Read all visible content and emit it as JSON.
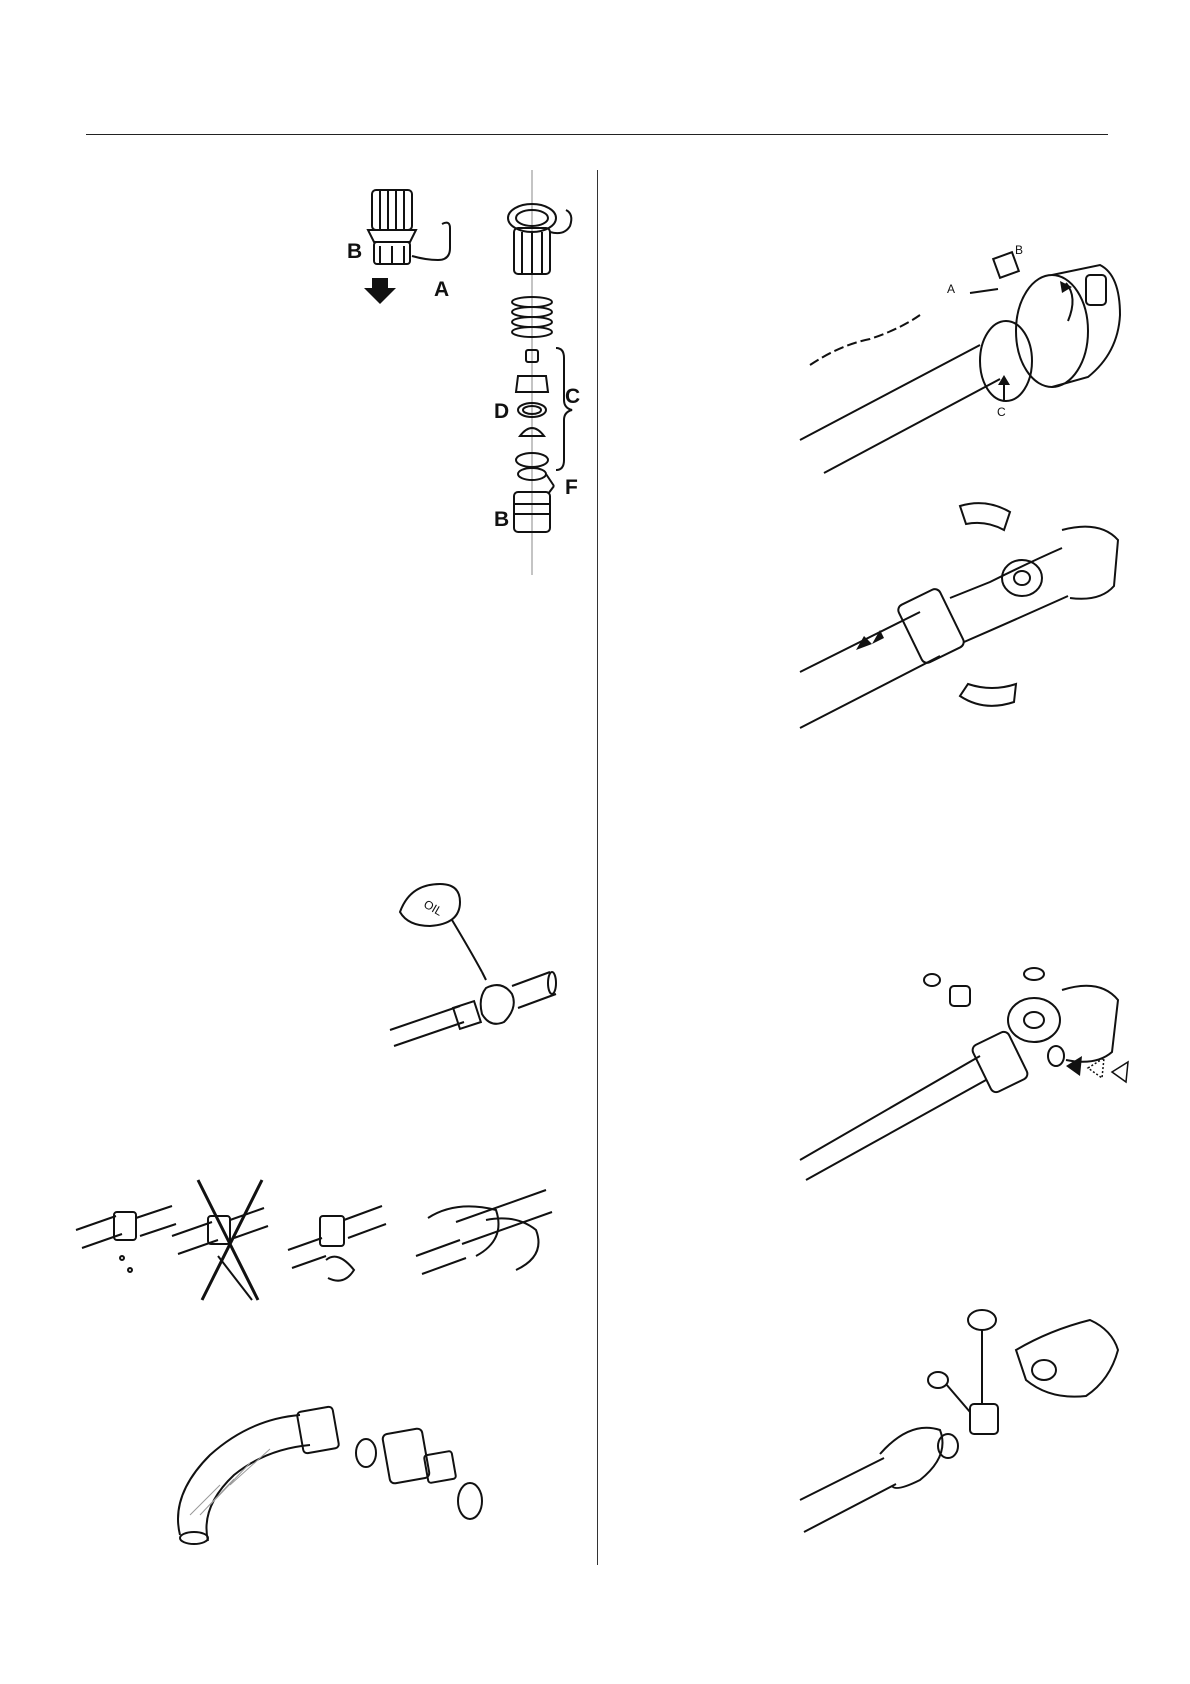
{
  "figures": {
    "nozzle_filter": {
      "labels": {
        "b_top": "B",
        "a": "A",
        "c": "C",
        "d": "D",
        "f": "F",
        "b_bottom": "B"
      }
    },
    "pto_shield": {
      "labels": {
        "a": "A",
        "b": "B",
        "c": "C"
      }
    },
    "oil_can": {
      "labels": {
        "can": "OIL"
      }
    }
  }
}
